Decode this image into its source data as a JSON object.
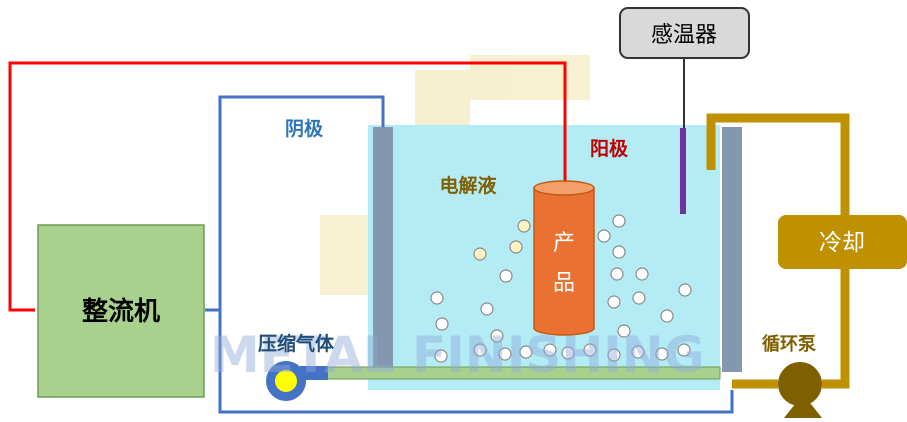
{
  "labels": {
    "rectifier": "整流机",
    "cathode": "阴极",
    "anode": "阳极",
    "electrolyte": "电解液",
    "product_line1": "产",
    "product_line2": "品",
    "compressed_gas": "压缩气体",
    "thermometer": "感温器",
    "cooling": "冷却",
    "pump": "循环泵",
    "watermark": "METAL FINISHING"
  },
  "colors": {
    "rectifier_fill": "#a9d18e",
    "tank_fill": "#b4ecf5",
    "anode_wire": "#ff0000",
    "cathode_wire": "#4472c4",
    "electrode_plate": "#8497b0",
    "product_fill": "#e97132",
    "cooling_pipe": "#bf9000",
    "gas_pipe": "#a9d18e",
    "blower": "#4472c4",
    "blower_center": "#ffff00",
    "sensor": "#7030a0",
    "pump": "#7f6000"
  }
}
